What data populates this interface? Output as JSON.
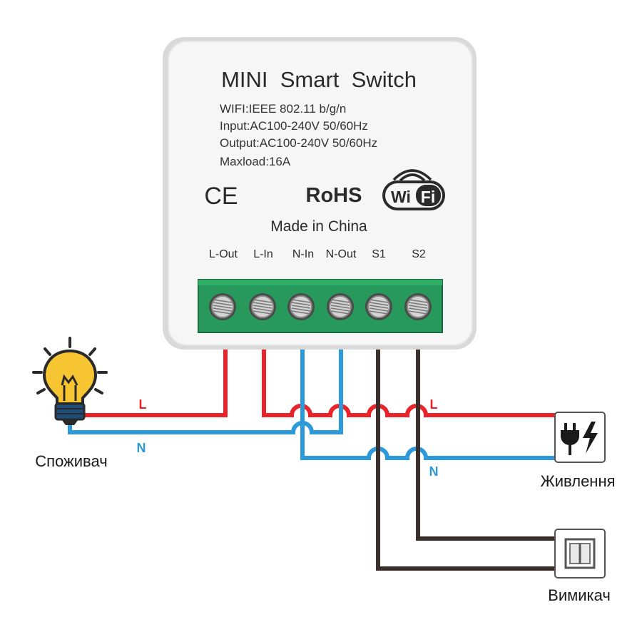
{
  "device": {
    "title": "MINI  Smart  Switch",
    "specs": [
      "WIFI:IEEE 802.11 b/g/n",
      "Input:AC100-240V 50/60Hz",
      "Output:AC100-240V 50/60Hz",
      "Maxload:16A"
    ],
    "ce_mark": "CE",
    "rohs_mark": "RoHS",
    "wifi_logo_text": "WiFi",
    "origin": "Made in China",
    "terminals": [
      "L-Out",
      "L-In",
      "N-In",
      "N-Out",
      "S1",
      "S2"
    ]
  },
  "wire_labels": {
    "consumer_live": "L",
    "consumer_neutral": "N",
    "power_live": "L",
    "power_neutral": "N"
  },
  "captions": {
    "consumer": "Споживач",
    "power": "Живлення",
    "switch": "Вимикач"
  },
  "colors": {
    "live": "#e8232a",
    "neutral": "#2c9ad8",
    "switch_wire": "#3a2f2a",
    "terminal_block": "#27995a"
  }
}
